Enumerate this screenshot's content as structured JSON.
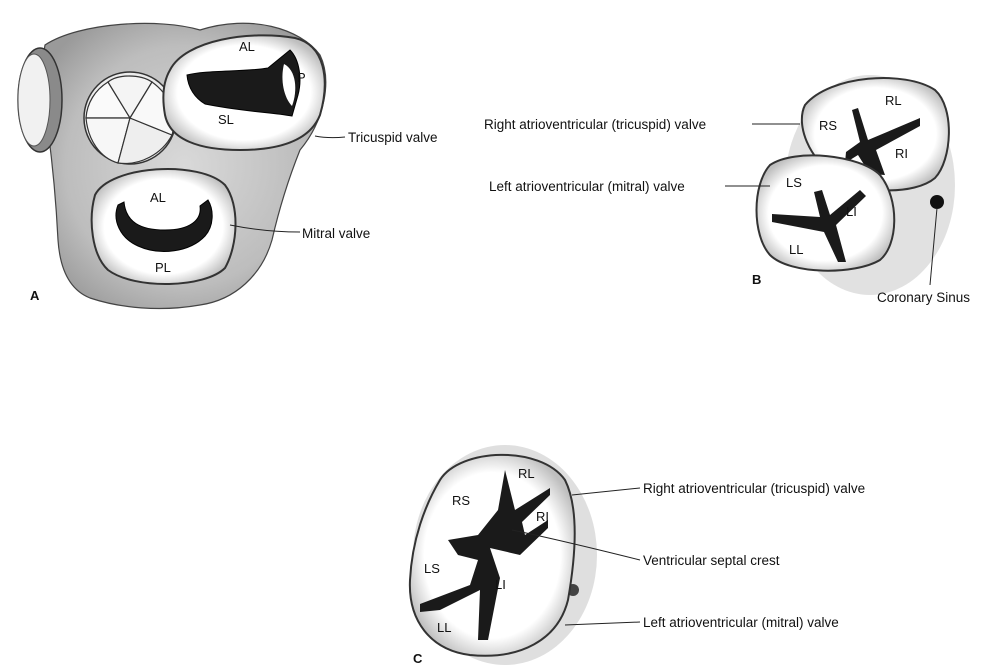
{
  "panel_a": {
    "letter": "A",
    "labels": {
      "tri_al": "AL",
      "tri_p": "P",
      "tri_sl": "SL",
      "mit_al": "AL",
      "mit_pl": "PL"
    },
    "callouts": {
      "tricuspid": "Tricuspid valve",
      "mitral": "Mitral valve"
    }
  },
  "panel_b": {
    "letter": "B",
    "labels": {
      "rs": "RS",
      "rl": "RL",
      "ri": "RI",
      "ls": "LS",
      "li": "LI",
      "ll": "LL"
    },
    "callouts": {
      "right_av": "Right atrioventricular (tricuspid) valve",
      "left_av": "Left atrioventricular (mitral) valve",
      "coronary_sinus": "Coronary Sinus"
    }
  },
  "panel_c": {
    "letter": "C",
    "labels": {
      "rl": "RL",
      "rs": "RS",
      "ri": "RI",
      "ls": "LS",
      "li": "LI",
      "ll": "LL"
    },
    "callouts": {
      "right_av": "Right atrioventricular (tricuspid) valve",
      "septal_crest": "Ventricular septal crest",
      "left_av": "Left atrioventricular (mitral) valve"
    }
  }
}
